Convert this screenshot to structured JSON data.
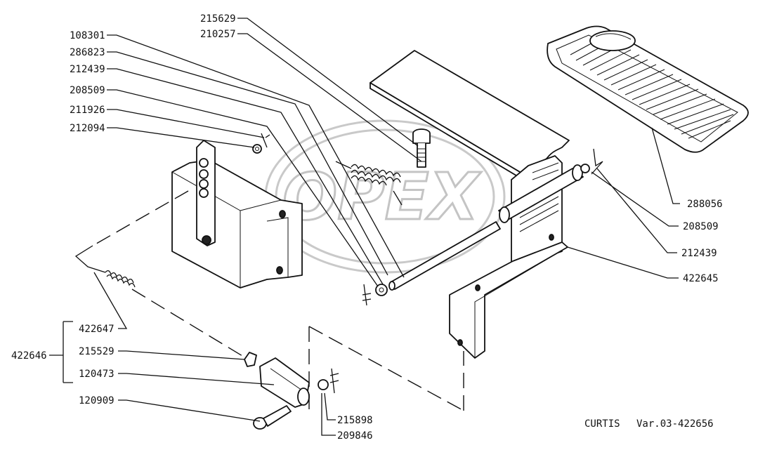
{
  "diagram": {
    "watermark": "OPEX",
    "caption": {
      "brand": "CURTIS",
      "variant": "Var.03-422656"
    },
    "part_numbers": {
      "p215629": "215629",
      "p210257": "210257",
      "p108301": "108301",
      "p286823": "286823",
      "p212439_left": "212439",
      "p208509_left": "208509",
      "p211926": "211926",
      "p212094": "212094",
      "p288056": "288056",
      "p208509_right": "208509",
      "p212439_right": "212439",
      "p422645": "422645",
      "p422647": "422647",
      "p422646": "422646",
      "p215529": "215529",
      "p120473": "120473",
      "p120909": "120909",
      "p215898": "215898",
      "p209846": "209846"
    }
  }
}
